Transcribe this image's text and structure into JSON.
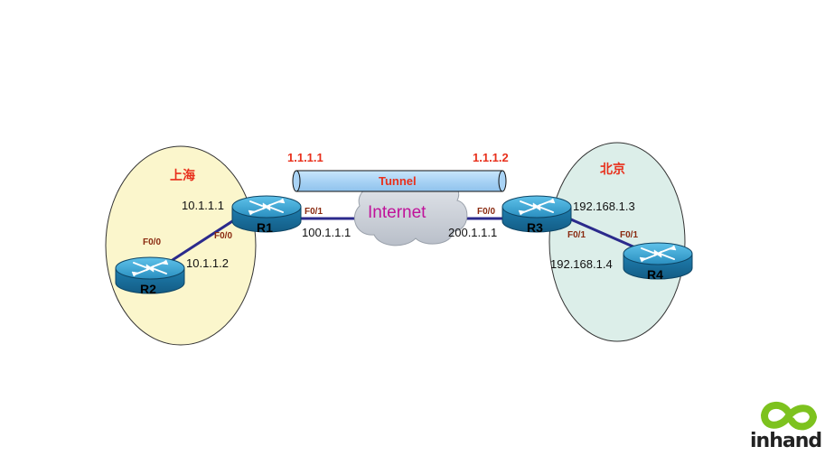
{
  "sites": {
    "shanghai": {
      "label": "上海",
      "fill": "#fbf6cc"
    },
    "beijing": {
      "label": "北京",
      "fill": "#dceee9"
    }
  },
  "routers": {
    "r1": {
      "name": "R1"
    },
    "r2": {
      "name": "R2"
    },
    "r3": {
      "name": "R3"
    },
    "r4": {
      "name": "R4"
    }
  },
  "links": {
    "r2_r1": {
      "r2_if": "F0/0",
      "r2_ip": "10.1.1.2",
      "r1_if": "F0/0",
      "r1_ip": "10.1.1.1"
    },
    "r1_internet": {
      "r1_if": "F0/1",
      "r1_ip": "100.1.1.1"
    },
    "internet_r3": {
      "r3_if": "F0/0",
      "r3_ip": "200.1.1.1"
    },
    "r3_r4": {
      "r3_if": "F0/1",
      "r3_ip": "192.168.1.3",
      "r4_if": "F0/1",
      "r4_ip": "192.168.1.4"
    }
  },
  "tunnel": {
    "label": "Tunnel",
    "left_ip": "1.1.1.1",
    "right_ip": "1.1.1.2",
    "fill": "#a9d3f5"
  },
  "cloud": {
    "label": "Internet",
    "label_color": "#c0139a"
  },
  "colors": {
    "link": "#2b2a8c",
    "router": "#2a8fc0",
    "accent_red": "#e8301c",
    "logo_green": "#7dc21e"
  },
  "logo": {
    "text": "inhand"
  }
}
